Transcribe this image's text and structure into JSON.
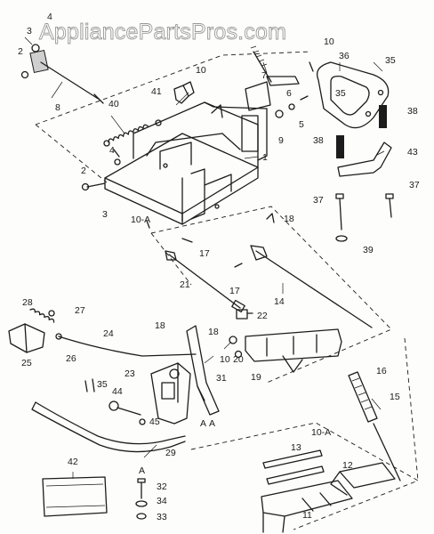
{
  "watermark": "AppliancePartsPros.com",
  "callouts": [
    "4",
    "3",
    "2",
    "8",
    "10",
    "41",
    "40",
    "4",
    "2",
    "3",
    "10-A",
    "10",
    "7",
    "6",
    "5",
    "9",
    "1",
    "36",
    "35",
    "35",
    "38",
    "38",
    "43",
    "37",
    "37",
    "39",
    "18",
    "17",
    "21",
    "17",
    "22",
    "14",
    "28",
    "27",
    "25",
    "26",
    "24",
    "18",
    "18",
    "10",
    "20",
    "19",
    "23",
    "31",
    "35",
    "44",
    "45",
    "A",
    "A",
    "16",
    "15",
    "10-A",
    "13",
    "12",
    "11",
    "29",
    "42",
    "A",
    "32",
    "34",
    "33"
  ]
}
